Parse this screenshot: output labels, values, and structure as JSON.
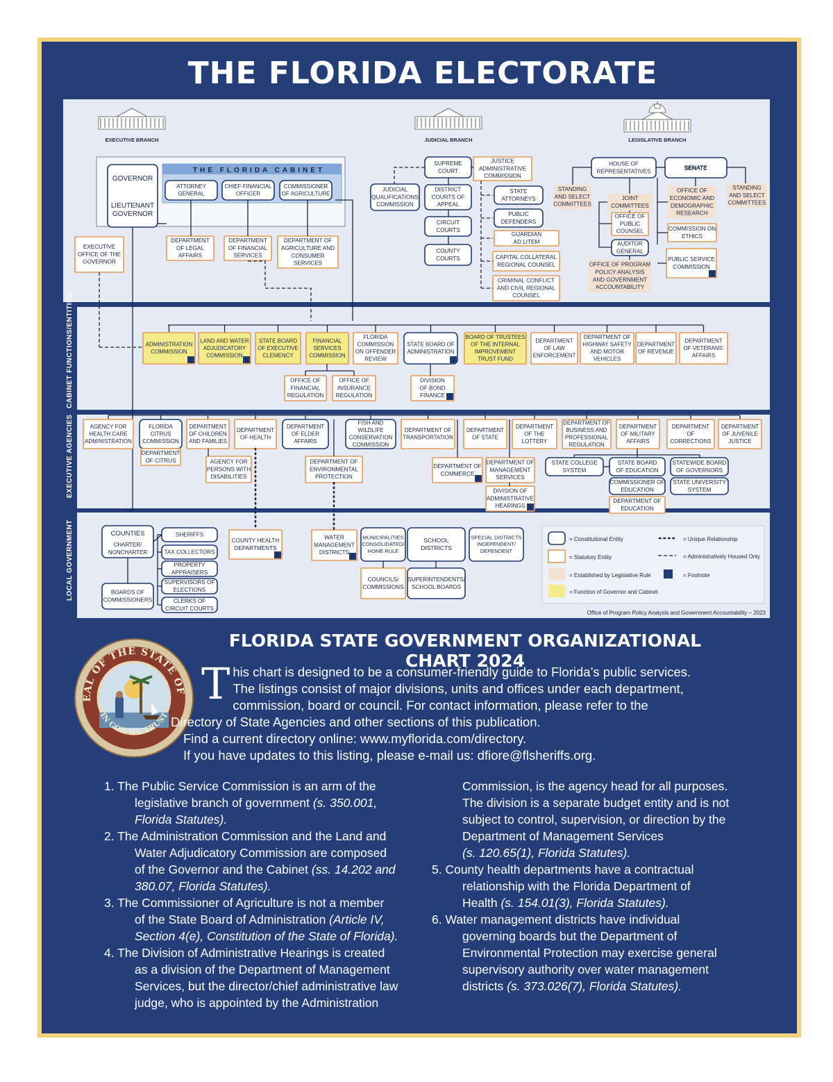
{
  "title": "THE FLORIDA ELECTORATE",
  "branches": {
    "executive": "EXECUTIVE BRANCH",
    "judicial": "JUDICIAL BRANCH",
    "legislative": "LEGISLATIVE BRANCH"
  },
  "band_labels": {
    "cabinet": "CABINET FUNCTIONS/ENTITIES",
    "executive": "EXECUTIVE AGENCIES",
    "local": "LOCAL GOVERNMENT"
  },
  "executive": {
    "governor": "GOVERNOR",
    "lt_governor": [
      "LIEUTENANT",
      "GOVERNOR"
    ],
    "cabinet_title": "THE FLORIDA CABINET",
    "cabinet_members": [
      [
        "ATTORNEY",
        "GENERAL"
      ],
      [
        "CHIEF FINANCIAL",
        "OFFICER"
      ],
      [
        "COMMISSIONER",
        "OF AGRICULTURE"
      ]
    ],
    "departments": [
      [
        "DEPARTMENT",
        "OF LEGAL",
        "AFFAIRS"
      ],
      [
        "DEPARTMENT",
        "OF FINANCIAL",
        "SERVICES"
      ],
      [
        "DEPARTMENT OF",
        "AGRICULTURE AND",
        "CONSUMER",
        "SERVICES"
      ]
    ],
    "eog": [
      "EXECUTIVE",
      "OFFICE OF THE",
      "GOVERNOR"
    ]
  },
  "judicial": {
    "supreme": [
      "SUPREME",
      "COURT"
    ],
    "dca": [
      "DISTRICT",
      "COURTS OF",
      "APPEAL"
    ],
    "circuit": [
      "CIRCUIT",
      "COURTS"
    ],
    "county": [
      "COUNTY",
      "COURTS"
    ],
    "jqc": [
      "JUDICIAL",
      "QUALIFICATIONS",
      "COMMISSION"
    ],
    "jac": [
      "JUSTICE",
      "ADMINISTRATIVE",
      "COMMISSION"
    ],
    "side": [
      [
        "STATE",
        "ATTORNEYS"
      ],
      [
        "PUBLIC",
        "DEFENDERS"
      ],
      [
        "GUARDIAN",
        "AD LITEM"
      ],
      [
        "CAPITAL COLLATERAL",
        "REGIONAL COUNSEL"
      ],
      [
        "CRIMINAL CONFLICT",
        "AND CIVIL REGIONAL",
        "COUNSEL"
      ]
    ]
  },
  "legislative": {
    "house": [
      "HOUSE OF",
      "REPRESENTATIVES"
    ],
    "senate": "SENATE",
    "standing_left": [
      "STANDING",
      "AND SELECT",
      "COMMITTEES"
    ],
    "standing_right": [
      "STANDING",
      "AND SELECT",
      "COMMITTEES"
    ],
    "joint": [
      "JOINT",
      "COMMITTEES"
    ],
    "opc": [
      "OFFICE OF",
      "PUBLIC",
      "COUNSEL"
    ],
    "auditor": [
      "AUDITOR",
      "GENERAL"
    ],
    "oppaga": [
      "OFFICE OF PROGRAM",
      "POLICY ANALYSIS",
      "AND GOVERNMENT",
      "ACCOUNTABILITY"
    ],
    "edr": [
      "OFFICE OF",
      "ECONOMIC AND",
      "DEMOGRAPHIC",
      "RESEARCH"
    ],
    "ethics": [
      "COMMISSION ON",
      "ETHICS"
    ],
    "psc": [
      "PUBLIC SERVICE",
      "COMMISSION"
    ],
    "psc_footnote": "1"
  },
  "cabinet_entities": {
    "row1": [
      {
        "lines": [
          "ADMINISTRATION",
          "COMMISSION"
        ],
        "fn": "2"
      },
      {
        "lines": [
          "LAND AND WATER",
          "ADJUDICATORY",
          "COMMISSION"
        ],
        "fn": "2"
      },
      {
        "lines": [
          "STATE BOARD",
          "OF EXECUTIVE",
          "CLEMENCY"
        ],
        "fn": ""
      },
      {
        "lines": [
          "FINANCIAL",
          "SERVICES",
          "COMMISSION"
        ],
        "fn": ""
      },
      {
        "lines": [
          "FLORIDA",
          "COMMISSION",
          "ON OFFENDER",
          "REVIEW"
        ],
        "fn": ""
      },
      {
        "lines": [
          "STATE BOARD OF",
          "ADMINISTRATION"
        ],
        "fn": "3"
      },
      {
        "lines": [
          "BOARD OF TRUSTEES",
          "OF THE INTERNAL",
          "IMPROVEMENT",
          "TRUST FUND"
        ],
        "fn": ""
      },
      {
        "lines": [
          "DEPARTMENT",
          "OF LAW",
          "ENFORCEMENT"
        ],
        "fn": ""
      },
      {
        "lines": [
          "DEPARTMENT OF",
          "HIGHWAY SAFETY",
          "AND MOTOR",
          "VEHICLES"
        ],
        "fn": ""
      },
      {
        "lines": [
          "DEPARTMENT",
          "OF REVENUE"
        ],
        "fn": ""
      },
      {
        "lines": [
          "DEPARTMENT",
          "OF VETERANS'",
          "AFFAIRS"
        ],
        "fn": ""
      }
    ],
    "ofr": [
      "OFFICE OF",
      "FINANCIAL",
      "REGULATION"
    ],
    "oir": [
      "OFFICE OF",
      "INSURANCE",
      "REGULATION"
    ],
    "bond": {
      "lines": [
        "DIVISION",
        "OF BOND",
        "FINANCE"
      ],
      "fn": "3"
    }
  },
  "executive_agencies": {
    "row1": [
      [
        "AGENCY FOR",
        "HEALTH CARE",
        "ADMINISTRATION"
      ],
      [
        "FLORIDA",
        "CITRUS",
        "COMMISSION"
      ],
      [
        "DEPARTMENT",
        "OF CHILDREN",
        "AND FAMILIES"
      ],
      [
        "DEPARTMENT",
        "OF HEALTH"
      ],
      [
        "DEPARTMENT",
        "OF ELDER",
        "AFFAIRS"
      ],
      [
        "FISH AND",
        "WILDLIFE",
        "CONSERVATION",
        "COMMISSION"
      ],
      [
        "DEPARTMENT OF",
        "TRANSPORTATION"
      ],
      [
        "DEPARTMENT",
        "OF STATE"
      ],
      [
        "DEPARTMENT",
        "OF THE",
        "LOTTERY"
      ],
      [
        "DEPARTMENT OF",
        "BUSINESS AND",
        "PROFESSIONAL",
        "REGULATION"
      ],
      [
        "DEPARTMENT",
        "OF MILITARY",
        "AFFAIRS"
      ],
      [
        "DEPARTMENT",
        "OF",
        "CORRECTIONS"
      ],
      [
        "DEPARTMENT",
        "OF JUVENILE",
        "JUSTICE"
      ]
    ],
    "citrus_dept": [
      "DEPARTMENT",
      "OF CITRUS"
    ],
    "apd": [
      "AGENCY FOR",
      "PERSONS WITH",
      "DISABILITIES"
    ],
    "dep": [
      "DEPARTMENT OF",
      "ENVIRONMENTAL",
      "PROTECTION"
    ],
    "commerce": {
      "lines": [
        "DEPARTMENT OF",
        "COMMERCE"
      ],
      "fn": "4"
    },
    "dms": [
      "DEPARTMENT OF",
      "MANAGEMENT",
      "SERVICES"
    ],
    "doah": {
      "lines": [
        "DIVISION OF",
        "ADMINISTRATIVE",
        "HEARINGS"
      ],
      "fn": "5"
    },
    "college": [
      "STATE COLLEGE",
      "SYSTEM"
    ],
    "sbe": [
      "STATE BOARD",
      "OF EDUCATION"
    ],
    "commissioner": [
      "COMMISSIONER OF",
      "EDUCATION"
    ],
    "doe": [
      "DEPARTMENT OF",
      "EDUCATION"
    ],
    "bog": [
      "STATEWIDE BOARD",
      "OF GOVERNORS"
    ],
    "university": [
      "STATE UNIVERSITY",
      "SYSTEM"
    ]
  },
  "local": {
    "counties": "COUNTIES",
    "charter": [
      "CHARTER/",
      "NONCHARTER"
    ],
    "boards": [
      "BOARDS OF",
      "COMMISSIONERS"
    ],
    "officers": [
      [
        "SHERIFFS"
      ],
      [
        "TAX COLLECTORS"
      ],
      [
        "PROPERTY",
        "APPRAISERS"
      ],
      [
        "SUPERVISORS OF",
        "ELECTIONS"
      ],
      [
        "CLERKS OF",
        "CIRCUIT COURTS"
      ]
    ],
    "chd": {
      "lines": [
        "COUNTY HEALTH",
        "DEPARTMENTS"
      ],
      "fn": "6"
    },
    "wmd": {
      "lines": [
        "WATER",
        "MANAGEMENT",
        "DISTRICTS"
      ],
      "fn": "7"
    },
    "muni": [
      "MUNICIPALITIES",
      "CONSOLIDATED/",
      "HOME RULE"
    ],
    "councils": [
      "COUNCILS/",
      "COMMISSIONS"
    ],
    "schools": [
      "SCHOOL",
      "DISTRICTS"
    ],
    "superintendents": [
      "SUPERINTENDENTS/",
      "SCHOOL BOARDS"
    ],
    "special": [
      "SPECIAL DISTRICTS",
      "INDEPENDENT/",
      "DEPENDENT"
    ]
  },
  "legend": {
    "constitutional": "= Constitutional Entity",
    "statutory": "= Statutory Entity",
    "rule": "= Established by Legislative Rule",
    "function": "= Function of Governor and Cabinet",
    "unique": "= Unique Relationship",
    "admin": "= Administratively Housed Only",
    "footnote": "= Footnote"
  },
  "credit": "Office of Program Policy Analysis and Government Accountability – 2023",
  "colors": {
    "navy": "#253e7a",
    "gold": "#f2d27a",
    "constitutional": "#1f3a70",
    "statutory": "#e39a55",
    "rule_fill": "#f3e2d2",
    "function_fill": "#f4ec8a",
    "band": "#e6eaf4"
  },
  "subtitle": "FLORIDA STATE GOVERNMENT ORGANIZATIONAL CHART 2024",
  "seal": {
    "outer": "GREAT SEAL OF THE STATE OF FLORIDA",
    "motto": "IN GOD WE TRUST"
  },
  "intro": {
    "dropcap": "T",
    "line1": "his chart is designed to be a consumer-friendly guide to Florida’s public services.",
    "line2": "The listings consist of major divisions, units and offices under each department,",
    "line3": "commission, board or council. For contact information, please refer to the",
    "line4": "Directory of State Agencies and other sections of this publication.",
    "line5": "Find a current directory online: www.myflorida.com/directory.",
    "line6": "If you have updates to this listing, please e-mail us: dfiore@flsheriffs.org."
  },
  "notes": {
    "n1a": "1. The Public Service Commission is an arm of the",
    "n1b": "legislative branch of government ",
    "n1c": "(s. 350.001,",
    "n1d": "Florida Statutes).",
    "n2a": "2. The Administration Commission and the Land and",
    "n2b": "Water Adjudicatory Commission are composed",
    "n2c": "of the Governor and the Cabinet ",
    "n2d": "(ss. 14.202 and",
    "n2e": "380.07, Florida Statutes).",
    "n3a": "3. The Commissioner of Agriculture is not a member",
    "n3b": "of the State Board of Administration ",
    "n3c": "(Article IV,",
    "n3d": "Section 4(e), Constitution of the State of Florida).",
    "n4a": "4. The Division of Administrative Hearings is created",
    "n4b": "as a division of the Department of Management",
    "n4c": "Services, but the director/chief administrative law",
    "n4d": "judge, who is appointed by the Administration",
    "n4e": "Commission, is the agency head for all purposes.",
    "n4f": "The division is a separate budget entity and is not",
    "n4g": "subject to control, supervision, or direction by the",
    "n4h": "Department of Management Services",
    "n4i": "(s. 120.65(1), Florida Statutes).",
    "n5a": "5. County health departments have a contractual",
    "n5b": "relationship with the Florida Department of",
    "n5c": "Health ",
    "n5d": "(s. 154.01(3), Florida Statutes).",
    "n6a": "6. Water management districts have individual",
    "n6b": "governing boards but the Department of",
    "n6c": "Environmental Protection may exercise general",
    "n6d": "supervisory authority over water management",
    "n6e": "districts ",
    "n6f": "(s. 373.026(7), Florida Statutes)."
  }
}
